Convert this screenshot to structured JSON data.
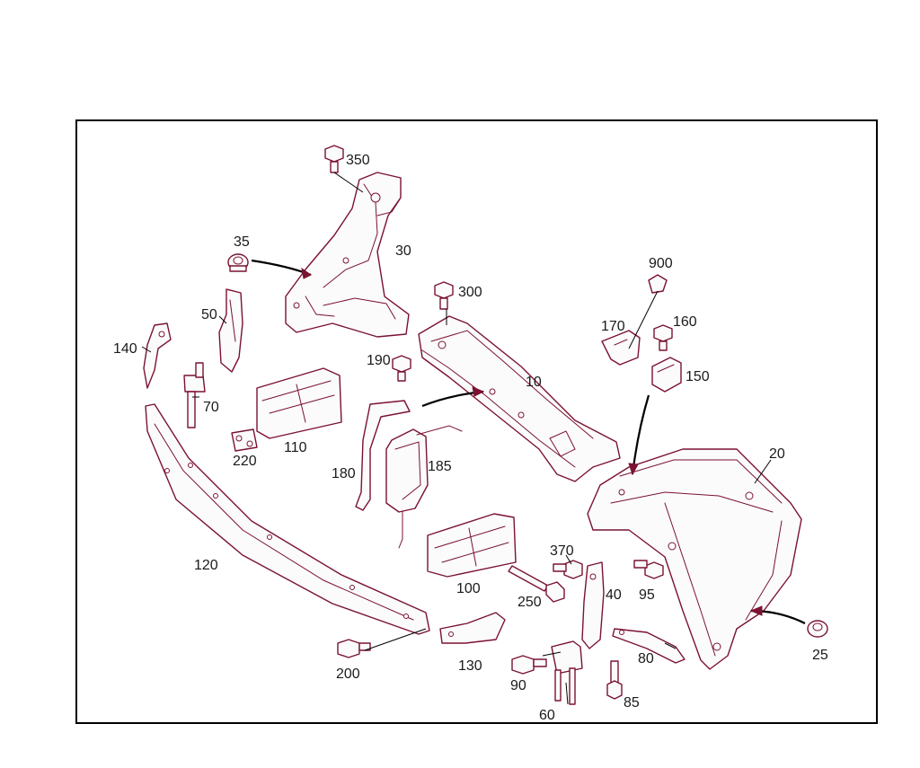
{
  "diagram": {
    "callouts": [
      "350",
      "35",
      "30",
      "300",
      "900",
      "50",
      "170",
      "160",
      "140",
      "190",
      "10",
      "150",
      "70",
      "110",
      "220",
      "20",
      "180",
      "185",
      "370",
      "120",
      "100",
      "250",
      "40",
      "95",
      "25",
      "130",
      "200",
      "80",
      "90",
      "85",
      "60"
    ]
  }
}
